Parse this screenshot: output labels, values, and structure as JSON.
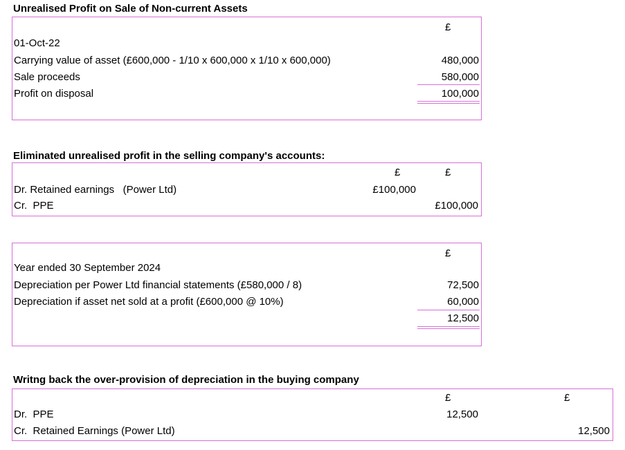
{
  "section1": {
    "title": "Unrealised Profit on Sale of Non-current Assets",
    "currency": "£",
    "date": "01-Oct-22",
    "rows": [
      {
        "label": "Carrying value of asset (£600,000 - 1/10 x 600,000 x 1/10 x 600,000)",
        "value": "480,000"
      },
      {
        "label": "Sale proceeds",
        "value": "580,000"
      },
      {
        "label": "Profit on disposal",
        "value": "100,000"
      }
    ]
  },
  "section2": {
    "title": "Eliminated unrealised profit in the selling company's accounts:",
    "currency_dr": "£",
    "currency_cr": "£",
    "rows": [
      {
        "label": "Dr. Retained earnings   (Power Ltd)",
        "dr": "£100,000"
      },
      {
        "label": "Cr.  PPE",
        "cr": "£100,000"
      }
    ]
  },
  "section3": {
    "currency": "£",
    "period": "Year ended 30 September 2024",
    "rows": [
      {
        "label": "Depreciation per Power Ltd financial statements (£580,000 / 8)",
        "value": "72,500"
      },
      {
        "label": "Depreciation if asset net sold at a profit (£600,000 @ 10%)",
        "value": "60,000"
      }
    ],
    "total": "12,500"
  },
  "section4": {
    "title": "Writng back the over-provision of depreciation in the buying company",
    "currency_dr": "£",
    "currency_cr": "£",
    "rows": [
      {
        "label": "Dr.  PPE",
        "dr": "12,500"
      },
      {
        "label": "Cr.  Retained Earnings (Power Ltd)",
        "cr": "12,500"
      }
    ]
  }
}
